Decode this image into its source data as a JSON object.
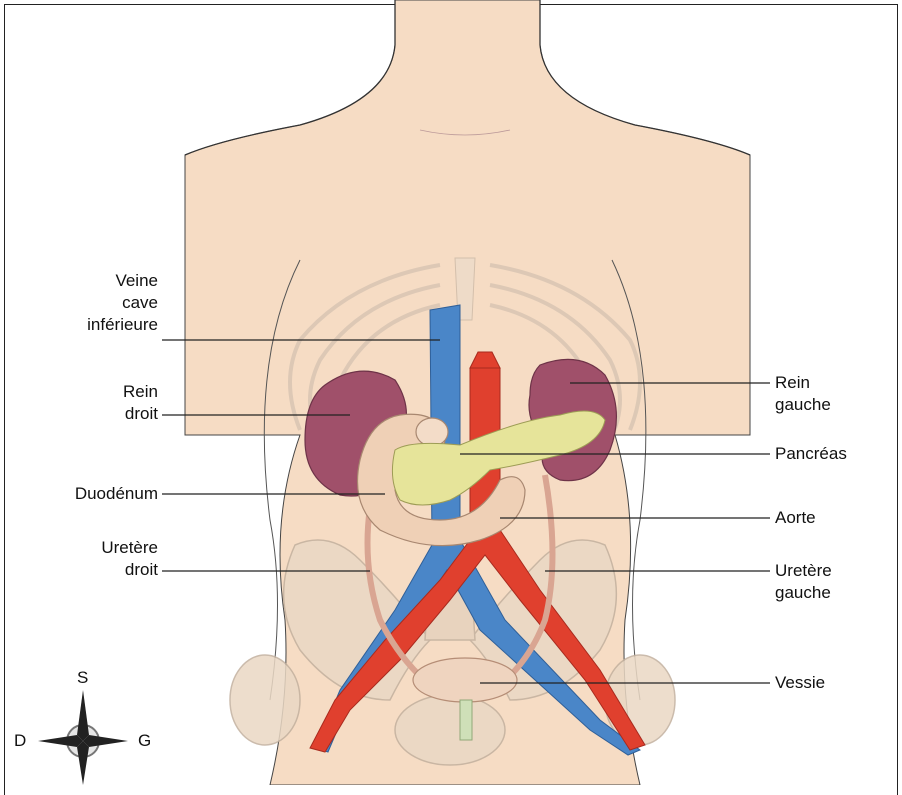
{
  "labels": {
    "veine_cave": [
      "Veine",
      "cave",
      "inférieure"
    ],
    "rein_droit": [
      "Rein",
      "droit"
    ],
    "duodenum": [
      "Duodénum"
    ],
    "uretere_droit": [
      "Uretère",
      "droit"
    ],
    "rein_gauche": [
      "Rein",
      "gauche"
    ],
    "pancreas": [
      "Pancréas"
    ],
    "aorte": [
      "Aorte"
    ],
    "uretere_gauche": [
      "Uretère",
      "gauche"
    ],
    "vessie": [
      "Vessie"
    ]
  },
  "compass": {
    "north": "S",
    "west": "D",
    "east": "G"
  },
  "colors": {
    "skin": "#f6dcc4",
    "vein": "#4a86c8",
    "artery": "#e0402e",
    "kidney": "#a0506a",
    "pancreas": "#e6e49a",
    "duodenum": "#efd0b6",
    "bladder": "#efd4bf",
    "bone": "#ead8c4"
  }
}
